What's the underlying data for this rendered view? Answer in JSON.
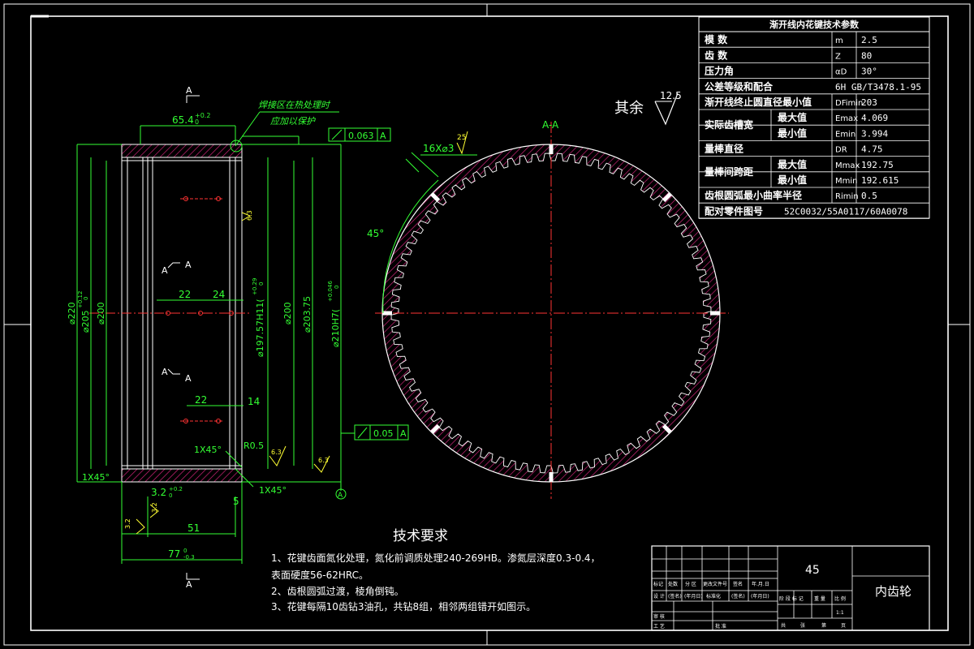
{
  "colors": {
    "background": "#000000",
    "frame": "#ffffff",
    "dimension": "#33ff33",
    "hatch": "#cc2277",
    "centerline": "#ff3333",
    "surface": "#ffff33"
  },
  "spec_table": {
    "title": "渐开线内花键技术参数",
    "rows": [
      {
        "label": "模  数",
        "sym": "m",
        "val": "2.5"
      },
      {
        "label": "齿  数",
        "sym": "Z",
        "val": "80"
      },
      {
        "label": "压力角",
        "sym": "αD",
        "val": "30°"
      },
      {
        "label": "公差等级和配合",
        "sym": "",
        "val": "6H GB/T3478.1-95"
      },
      {
        "label": "渐开线终止圆直径最小值",
        "sym": "DFimin",
        "val": "203"
      },
      {
        "label": "最大值",
        "sym": "Emax",
        "val": "4.069"
      },
      {
        "label": "最小值",
        "sym": "Emin",
        "val": "3.994"
      },
      {
        "label": "量棒直径",
        "sym": "DR",
        "val": "4.75"
      },
      {
        "label": "最大值",
        "sym": "Mmax",
        "val": "192.75"
      },
      {
        "label": "最小值",
        "sym": "Mmin",
        "val": "192.615"
      },
      {
        "label": "齿根圆弧最小曲率半径",
        "sym": "Rimin",
        "val": "0.5"
      },
      {
        "label": "配对零件图号",
        "sym": "",
        "val": "52C0032/55A0117/60A0078"
      }
    ],
    "group_tooth_width": "实际齿槽宽",
    "group_span": "量棒间跨距"
  },
  "roughness_other": {
    "label": "其余",
    "value": "12.5"
  },
  "section": {
    "view_label": "A-A",
    "holes_dim": "16X⌀3",
    "holes_rough": "25",
    "angle": "45°"
  },
  "left_view": {
    "section_marks": [
      "A",
      "A",
      "A",
      "A",
      "A",
      "A"
    ],
    "dims": {
      "top_width": "65.4",
      "top_width_tol": "+0.2",
      "top_width_tol2": "0",
      "note_heat": "焊接区在热处理时",
      "note_protect": "应加以保护",
      "tol_frame_1": "0.063",
      "tol_frame_1_ref": "A",
      "tol_frame_2": "0.05",
      "tol_frame_2_ref": "A",
      "d220": "⌀220",
      "d205": "⌀205",
      "d205_tol": "+0.12",
      "d205_tol2": "0",
      "d200a": "⌀200",
      "d197": "⌀197.57H11(",
      "d197_tol": "+0.29",
      "d197_tol2": "0",
      "d200b": "⌀200",
      "d203": "⌀203.75",
      "d210": "⌀210H7(",
      "d210_tol": "+0.046",
      "d210_tol2": "0",
      "r22a": "22",
      "r24": "24",
      "r22b": "22",
      "r14": "14",
      "rough_a": "6.3",
      "rough_b": "6.3",
      "rough_c": "6.3",
      "rough_d": "3.2",
      "rough_e": "3.2",
      "chamfer1": "1X45°",
      "chamfer2": "1X45°",
      "chamfer3": "1X45°",
      "r05": "R0.5",
      "d32": "3.2",
      "d32_tol": "+0.2",
      "d32_tol2": "0",
      "d5": "5",
      "d51": "51",
      "d77": "77",
      "d77_tol": "0",
      "d77_tol2": "-0.3",
      "datum": "A"
    }
  },
  "tech_req": {
    "title": "技术要求",
    "line1": "1、花键齿面氮化处理，氮化前调质处理240-269HB。渗氮层深度0.3-0.4，",
    "line2": "表面硬度56-62HRC。",
    "line3": "2、齿根圆弧过渡，棱角倒钝。",
    "line4": "3、花键每隔10齿钻3油孔，共钻8组，相邻两组错开如图示。"
  },
  "title_block": {
    "material": "45",
    "part_name": "内齿轮",
    "scale": "1:1",
    "header_cells": [
      "标记",
      "处数",
      "分 区",
      "更改文件号",
      "签名",
      "年.月.日"
    ],
    "row_design": [
      "设 计",
      "(签名)",
      "(年月日)",
      "标准化",
      "(签名)",
      "(年月日)"
    ],
    "stage_cells": [
      "阶 段 标 记",
      "重 量",
      "比 例"
    ],
    "row_check": "审 核",
    "row_process": "工 艺",
    "row_approve": "批 准",
    "sheet_cells": [
      "共",
      "张",
      "第",
      "页"
    ]
  }
}
